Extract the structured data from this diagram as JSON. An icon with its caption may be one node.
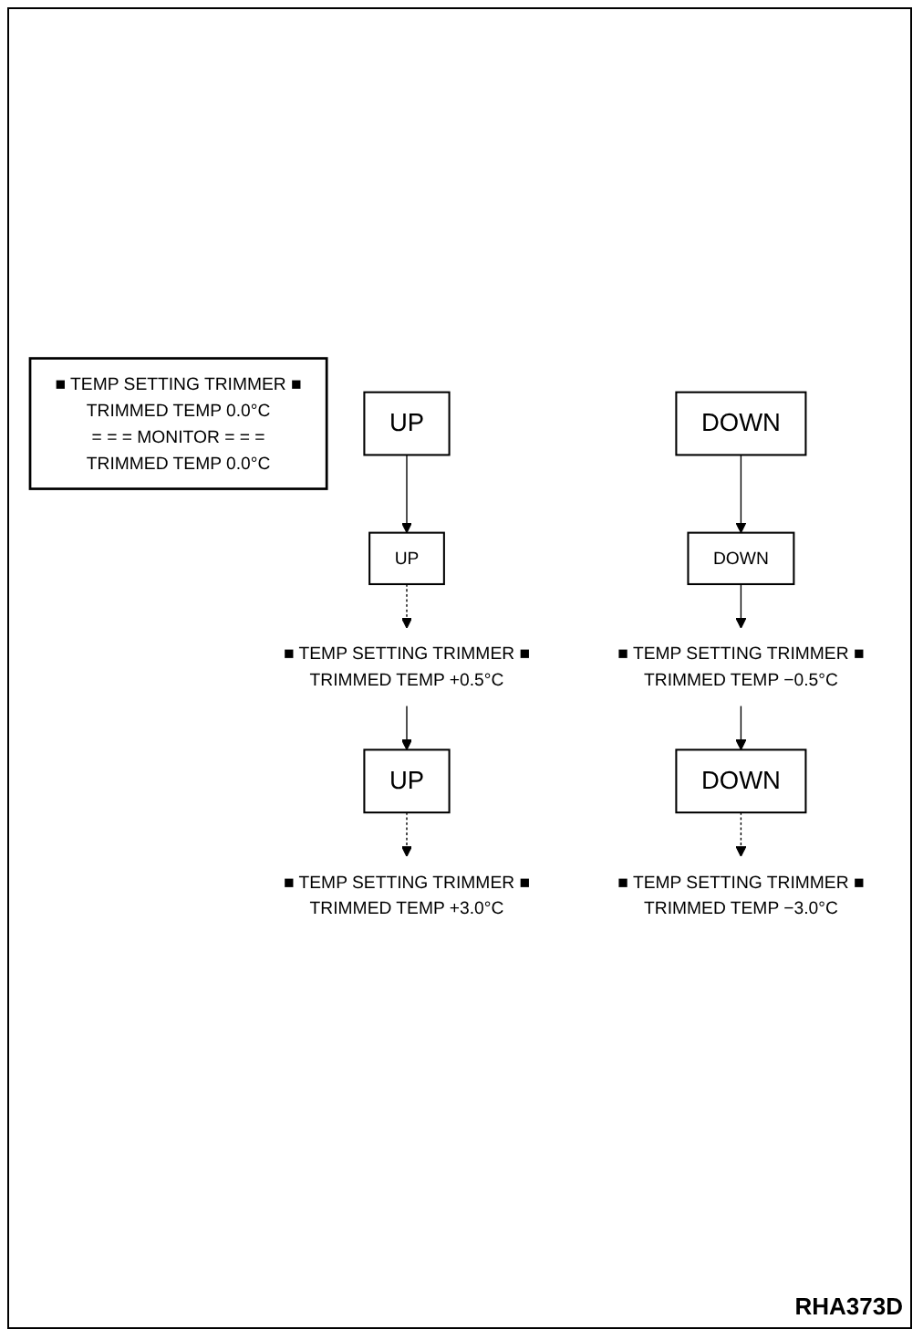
{
  "diagram": {
    "nodes": [
      {
        "text": [
          "■ TEMP SETTING TRIMMER ■",
          "TRIMMED TEMP 0.0°C",
          "= = = MONITOR = = =",
          "TRIMMED TEMP 0.0°C"
        ]
      },
      {
        "text": [
          "UP"
        ]
      },
      {
        "text": [
          "DOWN"
        ]
      },
      {
        "text": [
          "UP"
        ]
      },
      {
        "text": [
          "DOWN"
        ]
      },
      {
        "text": [
          "■ TEMP SETTING TRIMMER ■",
          "TRIMMED TEMP +0.5°C"
        ]
      },
      {
        "text": [
          "■ TEMP SETTING TRIMMER ■",
          "TRIMMED TEMP −0.5°C"
        ]
      },
      {
        "text": [
          "UP"
        ]
      },
      {
        "text": [
          "DOWN"
        ]
      },
      {
        "text": [
          "■ TEMP SETTING TRIMMER ■",
          "TRIMMED TEMP +3.0°C"
        ]
      },
      {
        "text": [
          "■ TEMP SETTING TRIMMER ■",
          "TRIMMED TEMP −3.0°C"
        ]
      }
    ],
    "edges": [
      {
        "from": 1,
        "to": 3,
        "arrow": "to"
      },
      {
        "from": 2,
        "to": 4,
        "arrow": "to"
      },
      {
        "from": 3,
        "to": 5,
        "arrow": "to",
        "style": "dashed"
      },
      {
        "from": 4,
        "to": 6,
        "arrow": "to"
      },
      {
        "from": 5,
        "to": 7,
        "arrow": "to"
      },
      {
        "from": 6,
        "to": 8,
        "arrow": "to"
      },
      {
        "from": 7,
        "to": 9,
        "arrow": "to",
        "style": "dashed"
      },
      {
        "from": 8,
        "to": 10,
        "arrow": "to",
        "style": "dashed"
      }
    ],
    "labels": [
      "RHA373D"
    ]
  }
}
